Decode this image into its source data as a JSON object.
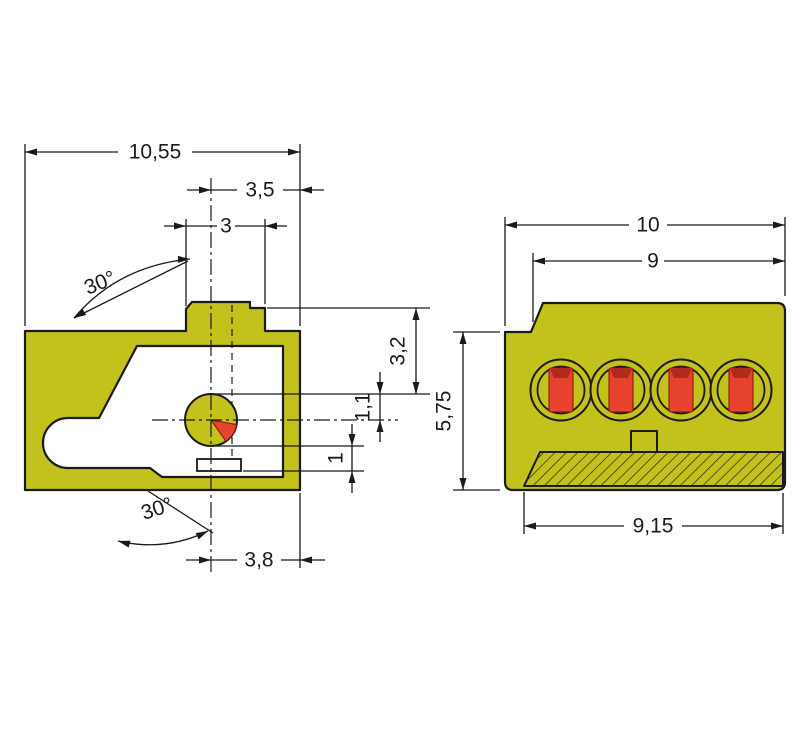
{
  "colors": {
    "body_color": "#c3c11c",
    "button_color": "#e8432e",
    "button_shadow_color": "#b02a1e",
    "line_color": "#1a1a1a",
    "bg_color": "#ffffff"
  },
  "side_view": {
    "dimensions": {
      "total_width": "10,55",
      "center_to_right": "3,5",
      "tab_width": "3",
      "top_angle": "30°",
      "depth_top": "3,2",
      "depth_mid": "1,1",
      "depth_bottom": "1",
      "center_to_right_bottom": "3,8",
      "bottom_angle": "30°"
    }
  },
  "front_view": {
    "pole_count": 4,
    "dimensions": {
      "total_width": "10",
      "upper_width": "9",
      "height": "5,75",
      "base_width": "9,15"
    }
  }
}
